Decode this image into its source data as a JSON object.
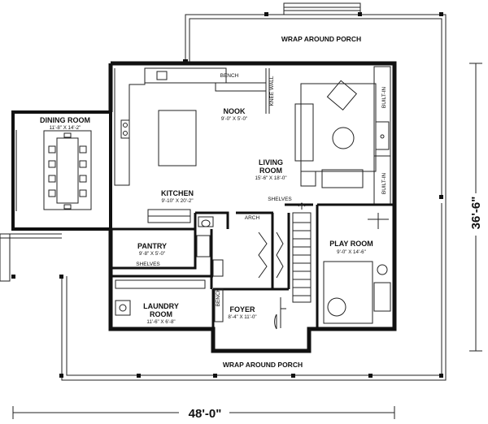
{
  "rooms": {
    "wrap_porch_top": "WRAP AROUND PORCH",
    "wrap_porch_bottom": "WRAP AROUND PORCH",
    "dining_name": "DINING ROOM",
    "dining_dim": "11'-8\" X 14'-2\"",
    "nook_name": "NOOK",
    "nook_dim": "9'-0\" X 5'-0\"",
    "living_name_1": "LIVING",
    "living_name_2": "ROOM",
    "living_dim": "15'-6\" X 18'-0\"",
    "kitchen_name": "KITCHEN",
    "kitchen_dim": "9'-10\" X 20'-2\"",
    "pantry_name": "PANTRY",
    "pantry_dim": "9'-8\" X 5'-0\"",
    "play_name": "PLAY ROOM",
    "play_dim": "9'-0\" X 14'-6\"",
    "laundry_name_1": "LAUNDRY",
    "laundry_name_2": "ROOM",
    "laundry_dim": "11'-6\" X 6'-8\"",
    "foyer_name": "FOYER",
    "foyer_dim": "8'-4\" X 11'-0\""
  },
  "notes": {
    "bench_top": "BENCH",
    "knee_wall": "KNEE WALL",
    "built_in_upper": "BUILT-IN",
    "built_in_lower": "BUILT-IN",
    "shelves_living": "SHELVES",
    "arch": "ARCH",
    "shelves_pantry": "SHELVES",
    "bench_foyer": "BENCH"
  },
  "dimensions": {
    "overall_width": "48'-0\"",
    "overall_depth": "36'-6\""
  }
}
